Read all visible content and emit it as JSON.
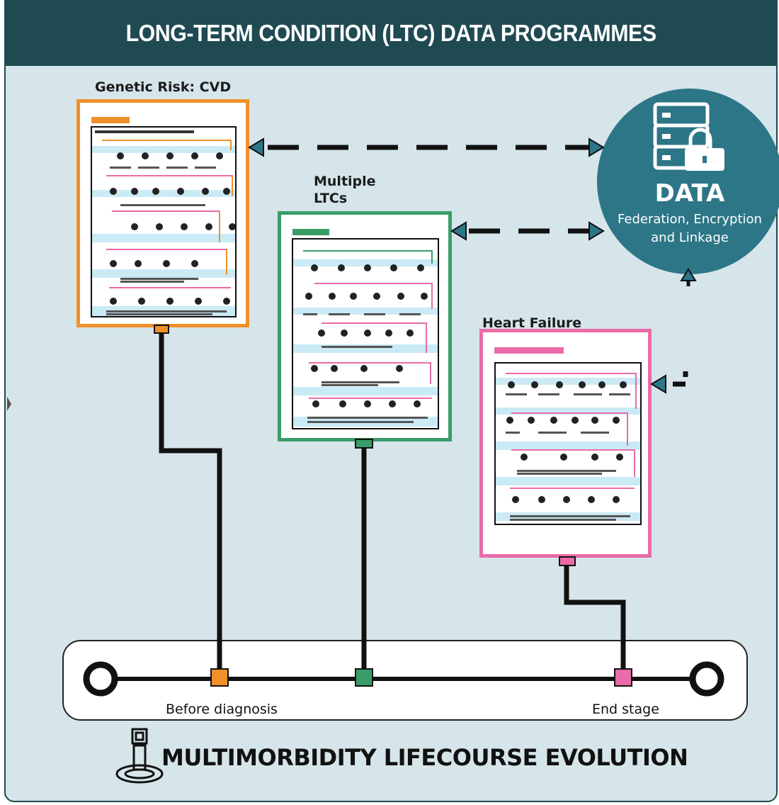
{
  "header": {
    "title": "LONG-TERM CONDITION (LTC) DATA PROGRAMMES"
  },
  "programmes": [
    {
      "label": "Genetic Risk: CVD",
      "color": "#f0902a"
    },
    {
      "label_line1": "Multiple",
      "label_line2": "LTCs",
      "color": "#3a9d68"
    },
    {
      "label": "Heart Failure",
      "color": "#e96ba8"
    }
  ],
  "data_hub": {
    "title": "DATA",
    "subtitle_line1": "Federation, Encryption",
    "subtitle_line2": "and Linkage",
    "icon": "server-lock-icon",
    "color": "#2c7687"
  },
  "timeline": {
    "start_label": "Before diagnosis",
    "end_label": "End stage"
  },
  "footer": {
    "title": "MULTIMORBIDITY LIFECOURSE EVOLUTION",
    "icon": "person-on-platform-icon"
  }
}
